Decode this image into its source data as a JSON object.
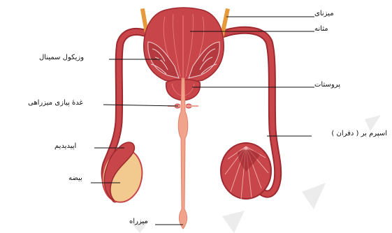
{
  "labels": {
    "ureter": "میزنای",
    "bladder": "مثانه",
    "seminal_vesicle": "وزیکول سمینال",
    "prostate": "پروستات",
    "bulbourethral_gland": "غدهٔ پیازی میزراهی",
    "vas_deferens": "اسپرم بر ( دفران )",
    "epididymis": "اپیدیدیم",
    "testis": "بیضه",
    "urethra": "میزراه"
  },
  "colors": {
    "tissue_red": "#c8454a",
    "tissue_dark": "#9e2a30",
    "tissue_light": "#e77f7f",
    "urethra_pink": "#f2a38c",
    "ureter_orange": "#e69a3c",
    "testis_tan": "#f2c98e",
    "watermark": "#e9e9e9"
  }
}
